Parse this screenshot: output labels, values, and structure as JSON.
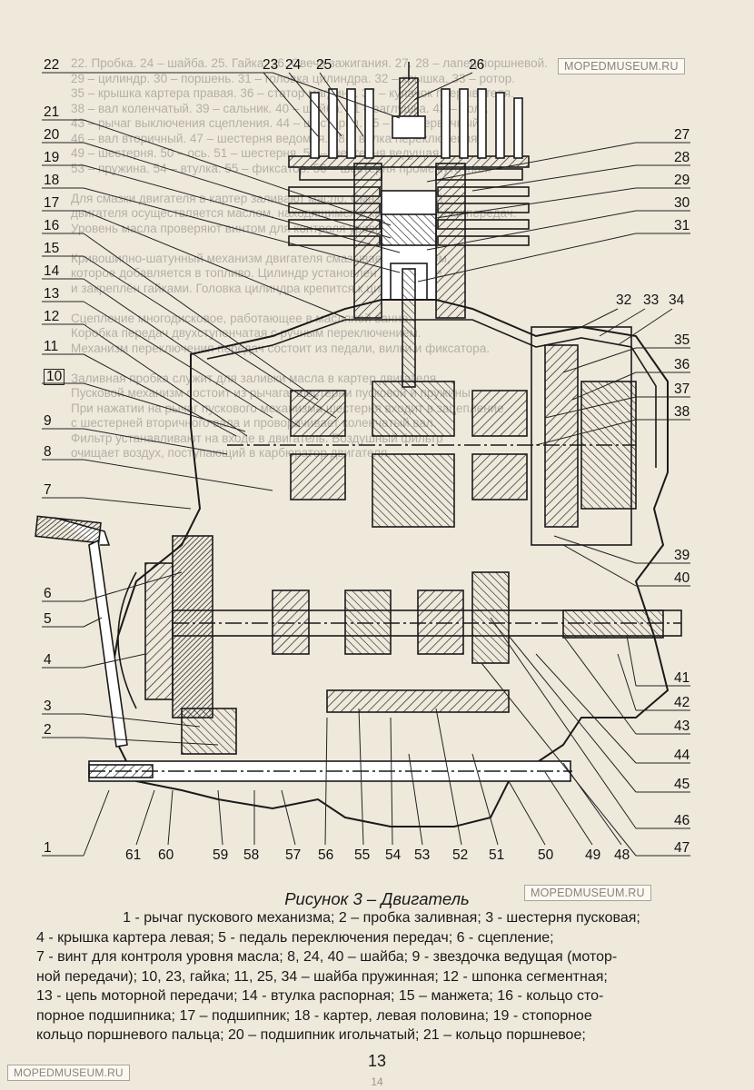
{
  "background_text": [
    "22. Пробка. 24 – шайба. 25. Гайка. 26. Свеча зажигания. 27. 28 – лапец поршневой.",
    "29 – цилиндр. 30 – поршень. 31 – головка цилиндра. 32 – крышка. 33 – ротор.",
    "35 – крышка картера правая. 36 – статор магдино. 37 – кулачок прерывателя.",
    "38 – вал коленчатый. 39 – сальник. 40 – шайба. 41 – заглушка. 42 – болт.",
    "43 – рычаг выключения сцепления. 44 – шестерня. 45 – вал первичный.",
    "46 – вал вторичный. 47 – шестерня ведомая. 48 – вилка переключения.",
    "49 – шестерня. 50 – ось. 51 – шестерня. 52 – шестерня ведущая.",
    "53 – пружина. 54 – втулка. 55 – фиксатор. 56 – шестерня промежуточная.",
    "",
    "Для смазки двигателя в картер заливают масло. Смазка деталей",
    "двигателя осуществляется маслом, находящимся в картере коробки передач.",
    "Уровень масла проверяют винтом для контроля уровня масла.",
    "",
    "Кривошипно-шатунный механизм двигателя смазывается маслом,",
    "которое добавляется в топливо. Цилиндр установлен на картере",
    "и закреплён гайками. Головка цилиндра крепится к цилиндру.",
    "",
    "Сцепление многодисковое, работающее в масляной ванне.",
    "Коробка передач двухступенчатая с ручным переключением.",
    "Механизм переключения передач состоит из педали, вилки и фиксатора.",
    "",
    "Заливная пробка служит для заливки масла в картер двигателя.",
    "Пусковой механизм состоит из рычага, шестерни пусковой и пружины.",
    "При нажатии на рычаг пускового механизма шестерня входит в зацепление",
    "с шестерней вторичного вала и проворачивает коленчатый вал.",
    "Фильтр устанавливают на входе в двигатель. Воздушный фильтр",
    "очищает воздух, поступающий в карбюратор двигателя."
  ],
  "watermarks": {
    "top": "MOPEDMUSEUM.RU",
    "middle": "MOPEDMUSEUM.RU",
    "bottom": "MOPEDMUSEUM.RU"
  },
  "figure": {
    "callouts_left": [
      "22",
      "21",
      "20",
      "19",
      "18",
      "17",
      "16",
      "15",
      "14",
      "13",
      "12",
      "11",
      "10",
      "9",
      "8",
      "7",
      "6",
      "5",
      "4",
      "3",
      "2",
      "1"
    ],
    "callouts_top": [
      "23",
      "24",
      "25",
      "26"
    ],
    "callouts_right": [
      "27",
      "28",
      "29",
      "30",
      "31",
      "32",
      "33",
      "34",
      "35",
      "36",
      "37",
      "38",
      "39",
      "40",
      "41",
      "42",
      "43",
      "44",
      "45",
      "46",
      "47"
    ],
    "callouts_bottom": [
      "61",
      "60",
      "59",
      "58",
      "57",
      "56",
      "55",
      "54",
      "53",
      "52",
      "51",
      "50",
      "49",
      "48"
    ]
  },
  "caption": {
    "title": "Рисунок 3 – Двигатель",
    "lines": [
      "1 - рычаг пускового механизма; 2 – пробка заливная; 3 - шестерня пусковая;",
      "4 - крышка картера левая; 5 - педаль переключения передач; 6 - сцепление;",
      "7 - винт для контроля уровня масла; 8, 24, 40 – шайба; 9 - звездочка ведущая (мотор-",
      "ной передачи); 10, 23, гайка; 11, 25, 34 – шайба пружинная; 12 - шпонка сегментная;",
      "13 - цепь моторной передачи; 14 - втулка распорная; 15 – манжета; 16 - кольцо сто-",
      "порное подшипника; 17 – подшипник; 18 - картер, левая половина; 19 - стопорное",
      "кольцо поршневого пальца; 20 – подшипник игольчатый; 21 – кольцо поршневое;"
    ]
  },
  "page_number": "13",
  "page_number_faint": "14"
}
